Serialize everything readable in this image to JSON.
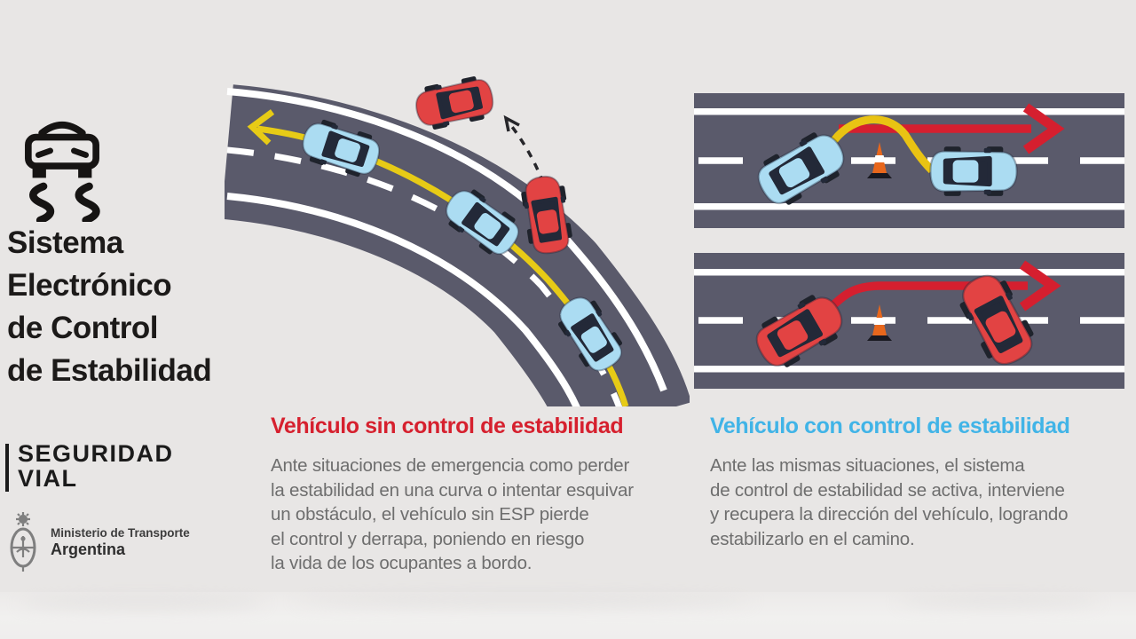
{
  "brand": {
    "esp_icon": "esp-warning-icon",
    "coat_of_arms_icon": "argentina-coat-of-arms",
    "title_lines": [
      "Sistema",
      "Electrónico",
      "de Control",
      "de Estabilidad"
    ],
    "program_line1": "SEGURIDAD",
    "program_line2": "VIAL",
    "ministry": "Ministerio de Transporte",
    "country": "Argentina"
  },
  "sections": {
    "without_esp": {
      "heading": "Vehículo sin control de estabilidad",
      "heading_color": "#d6202e",
      "body_lines": [
        "Ante situaciones de emergencia como perder",
        "la estabilidad en una curva o intentar esquivar",
        "un obstáculo, el vehículo sin ESP pierde",
        "el control y derrapa, poniendo en riesgo",
        "la vida de los ocupantes a bordo."
      ]
    },
    "with_esp": {
      "heading": "Vehículo con control de estabilidad",
      "heading_color": "#41b4e7",
      "body_lines": [
        "Ante las mismas situaciones, el sistema",
        "de control de estabilidad se activa, interviene",
        "y recupera la dirección del vehículo, logrando",
        "estabilizarlo en el camino."
      ]
    }
  },
  "diagram_icons": {
    "curve_scene": "curved-road-with-skidding-car",
    "esp_scene": "straight-road-car-avoids-cone",
    "no_esp_scene": "straight-road-car-spins-past-cone",
    "traffic_cone": "traffic-cone-icon",
    "trajectory_arrow": "red-trajectory-arrow",
    "stable_path": "yellow-stable-path"
  },
  "colors": {
    "background": "#e8e6e5",
    "road": "#5a5a6b",
    "lane_marking": "#ffffff",
    "path_yellow": "#e7cb16",
    "arrow_red": "#d51f2f",
    "car_blue": "#abdcf2",
    "car_red": "#e24343",
    "cone_orange": "#e8671c",
    "title_text": "#1c1a19",
    "body_text": "#6e6e6e"
  }
}
